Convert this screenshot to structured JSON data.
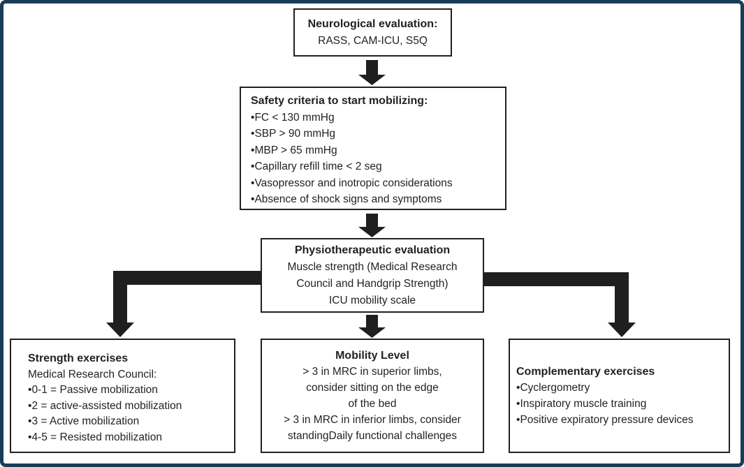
{
  "diagram": {
    "boxes": {
      "neurological": {
        "title": "Neurological evaluation:",
        "subtitle": "RASS, CAM-ICU, S5Q"
      },
      "safety": {
        "title": "Safety criteria to start mobilizing:",
        "items": [
          "FC < 130 mmHg",
          "SBP > 90 mmHg",
          "MBP > 65 mmHg",
          "Capillary refill time < 2 seg",
          "Vasopressor and inotropic considerations",
          "Absence of shock signs and symptoms"
        ]
      },
      "physiotherapeutic": {
        "title": "Physiotherapeutic evaluation",
        "lines": [
          "Muscle strength (Medical Research",
          "Council and Handgrip Strength)",
          "ICU mobility scale"
        ]
      },
      "strength": {
        "title": "Strength exercises",
        "subtitle": "Medical Research Council:",
        "items": [
          "0-1 = Passive mobilization",
          "2 = active-assisted mobilization",
          "3 = Active mobilization",
          "4-5 = Resisted mobilization"
        ]
      },
      "mobility": {
        "title": "Mobility Level",
        "lines": [
          "> 3 in MRC in superior limbs,",
          "consider sitting on the edge",
          "of the bed",
          "> 3 in MRC in inferior limbs, consider",
          "standingDaily functional challenges"
        ]
      },
      "complementary": {
        "title": "Complementary exercises",
        "items": [
          "Cyclergometry",
          "Inspiratory muscle training",
          "Positive expiratory pressure devices"
        ]
      }
    },
    "icons": {
      "connectors": [
        "down-arrow-1",
        "down-arrow-2",
        "down-arrow-3",
        "elbow-arrow-left",
        "elbow-arrow-right"
      ]
    },
    "colors": {
      "frame_border": "#173d57",
      "box_border": "#231f20",
      "text": "#231f20",
      "arrow": "#1f1f1f",
      "background": "#ffffff"
    }
  }
}
